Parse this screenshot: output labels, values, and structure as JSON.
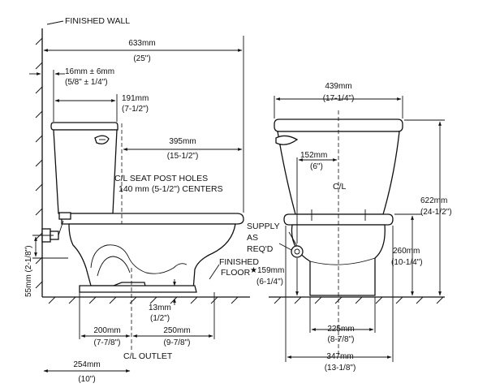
{
  "labels": {
    "finished_wall": "FINISHED WALL",
    "cl_seat_post_holes": "C/L SEAT POST HOLES",
    "centers": "140 mm (5-1/2\") CENTERS",
    "supply": "SUPPLY",
    "as": "AS",
    "reqd": "REQ'D",
    "finished": "FINISHED",
    "floor": "FLOOR",
    "cl_outlet": "C/L OUTLET",
    "cl": "C/L"
  },
  "dimensions": {
    "overall_depth": {
      "mm": "633mm",
      "in": "(25\")"
    },
    "wall_gap": {
      "mm": "16mm ± 6mm",
      "in": "(5/8\" ± 1/4\")"
    },
    "tank_depth": {
      "mm": "191mm",
      "in": "(7-1/2\")"
    },
    "seat_post_to_front": {
      "mm": "395mm",
      "in": "(15-1/2\")"
    },
    "supply_height": {
      "mm": "55mm (2-1/8\")"
    },
    "floor_13": {
      "mm": "13mm",
      "in": "(1/2\")"
    },
    "base_rear_200": {
      "mm": "200mm",
      "in": "(7-7/8\")"
    },
    "base_front_250": {
      "mm": "250mm",
      "in": "(9-7/8\")"
    },
    "rough_in": {
      "mm": "254mm",
      "in": "(10\")"
    },
    "tank_width": {
      "mm": "439mm",
      "in": "(17-1/4\")"
    },
    "supply_offset": {
      "mm": "152mm",
      "in": "(6\")"
    },
    "overall_height": {
      "mm": "622mm",
      "in": "(24-1/2\")"
    },
    "rim_height": {
      "mm": "260mm",
      "in": "(10-1/4\")"
    },
    "supply_from_cl": {
      "mm": "★159mm",
      "in": "(6-1/4\")"
    },
    "base_width": {
      "mm": "225mm",
      "in": "(8-7/8\")"
    },
    "bowl_width": {
      "mm": "347mm",
      "in": "(13-1/8\")"
    }
  }
}
